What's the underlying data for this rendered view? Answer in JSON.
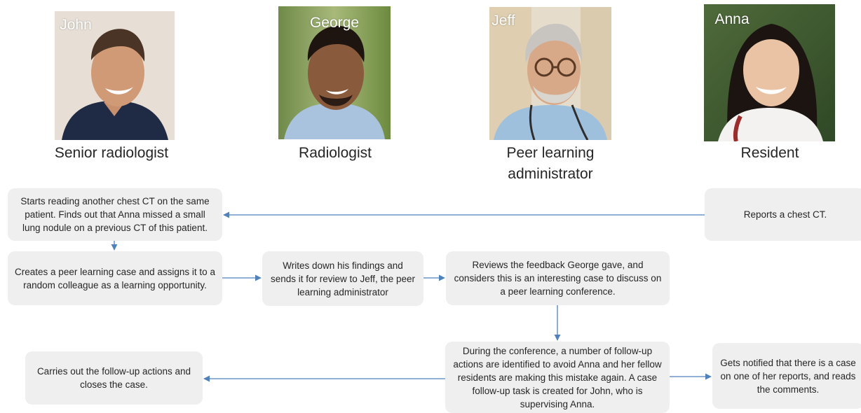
{
  "people": [
    {
      "name": "John",
      "role": "Senior radiologist",
      "photo_alt": "John portrait"
    },
    {
      "name": "George",
      "role": "Radiologist",
      "photo_alt": "George portrait"
    },
    {
      "name": "Jeff",
      "role": "Peer learning administrator",
      "photo_alt": "Jeff portrait"
    },
    {
      "name": "Anna",
      "role": "Resident",
      "photo_alt": "Anna portrait"
    }
  ],
  "steps": {
    "anna_reports": "Reports a chest CT.",
    "john_reads": "Starts reading another chest CT on the same patient. Finds out that Anna missed a small lung nodule on a previous CT of this patient.",
    "john_creates": "Creates a peer learning case and assigns it to a random colleague as a learning opportunity.",
    "george_writes": "Writes down his findings and sends it for review to Jeff, the peer learning administrator",
    "jeff_reviews": "Reviews the feedback George gave, and considers this is an interesting case to discuss on a peer learning conference.",
    "conference": "During the conference, a number of follow-up actions are identified to avoid Anna and her fellow residents are making this mistake again. A case follow-up task is created for John, who is supervising Anna.",
    "john_closes": "Carries out the follow-up actions and closes the case.",
    "anna_notified": "Gets notified that there is a case on one of her reports, and reads the comments."
  },
  "colors": {
    "box_fill": "#efefef",
    "arrow": "#4f81bd",
    "text": "#262626"
  }
}
